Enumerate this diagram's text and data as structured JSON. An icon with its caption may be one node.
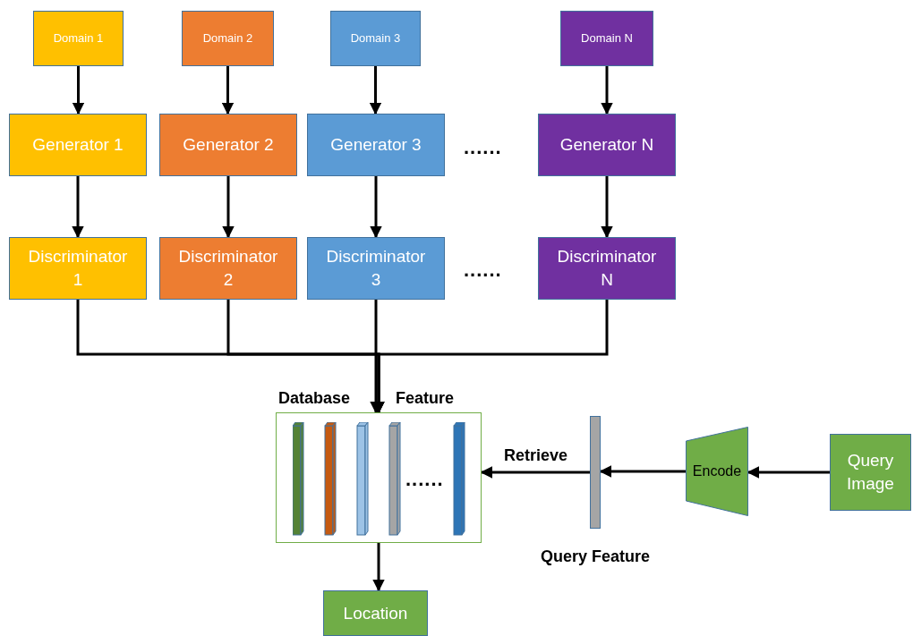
{
  "diagram": {
    "nodes": [
      {
        "text": [
          "Domain 1"
        ]
      },
      {
        "text": [
          "Domain 2"
        ]
      },
      {
        "text": [
          "Domain 3"
        ]
      },
      {
        "text": [
          "Domain N"
        ]
      },
      {
        "text": [
          "Generator 1"
        ]
      },
      {
        "text": [
          "Generator 2"
        ]
      },
      {
        "text": [
          "Generator 3"
        ]
      },
      {
        "text": [
          "Generator N"
        ]
      },
      {
        "text": [
          "Discriminator 1"
        ]
      },
      {
        "text": [
          "Discriminator 2"
        ]
      },
      {
        "text": [
          "Discriminator 3"
        ]
      },
      {
        "text": [
          "Discriminator N"
        ]
      },
      {
        "text": [
          "Database",
          "Feature"
        ]
      },
      {
        "text": [],
        "shape": "bar",
        "beside": [
          "Query Feature"
        ]
      },
      {
        "text": [
          "Encode"
        ]
      },
      {
        "text": [
          "Query Image"
        ]
      },
      {
        "text": [
          "Location"
        ]
      }
    ],
    "edges": [
      {
        "from": 0,
        "to": 4,
        "arrow": "to"
      },
      {
        "from": 1,
        "to": 5,
        "arrow": "to"
      },
      {
        "from": 2,
        "to": 6,
        "arrow": "to"
      },
      {
        "from": 3,
        "to": 7,
        "arrow": "to"
      },
      {
        "from": 4,
        "to": 8,
        "arrow": "to"
      },
      {
        "from": 5,
        "to": 9,
        "arrow": "to"
      },
      {
        "from": 6,
        "to": 10,
        "arrow": "to"
      },
      {
        "from": 7,
        "to": 11,
        "arrow": "to"
      },
      {
        "from": 8,
        "to": 12,
        "arrow": "to"
      },
      {
        "from": 9,
        "to": 12,
        "arrow": "to"
      },
      {
        "from": 10,
        "to": 12,
        "arrow": "to"
      },
      {
        "from": 11,
        "to": 12,
        "arrow": "to"
      },
      {
        "from": 13,
        "to": 12,
        "arrow": "to",
        "label": "Retrieve"
      },
      {
        "from": 14,
        "to": 13,
        "arrow": "to"
      },
      {
        "from": 15,
        "to": 14,
        "arrow": "to"
      },
      {
        "from": 12,
        "to": 16,
        "arrow": "to"
      }
    ],
    "labels": [
      "......",
      "......",
      "......"
    ]
  }
}
